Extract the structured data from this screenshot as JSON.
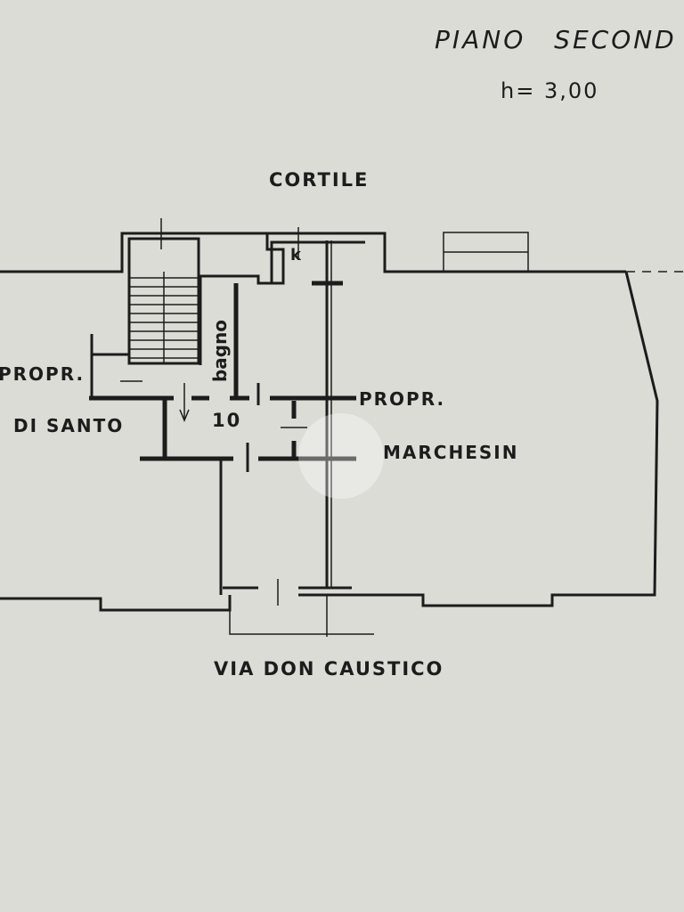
{
  "header": {
    "title": "PIANO SECOND",
    "height": "h= 3,00"
  },
  "labels": {
    "courtyard": "CORTILE",
    "left_owner_line1": "PROPR.",
    "left_owner_line2": "DI SANTO",
    "bathroom": "bagno",
    "unit_number": "10",
    "kitchen": "k",
    "right_owner_line1": "PROPR.",
    "right_owner_line2": "MARCHESIN",
    "street": "VIA DON CAUSTICO"
  }
}
